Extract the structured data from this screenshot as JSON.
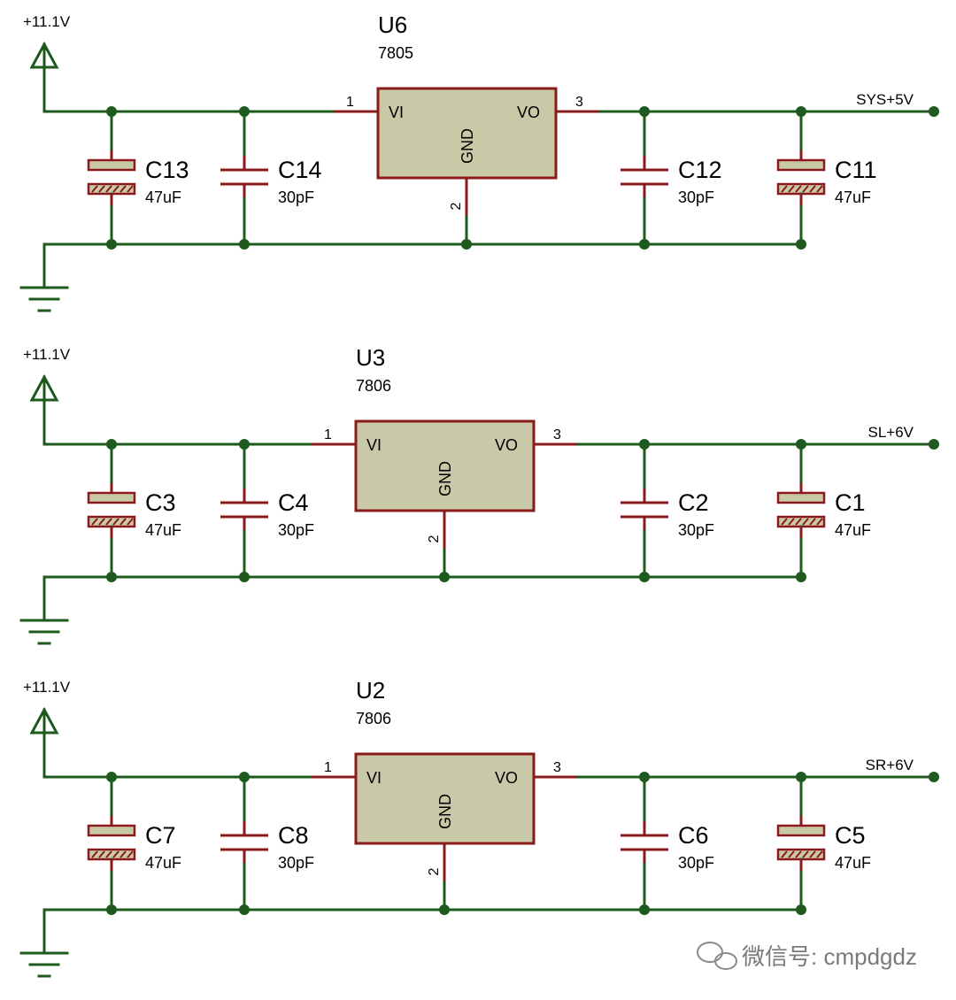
{
  "stages": [
    {
      "supply": "+11.1V",
      "ref": "U6",
      "part": "7805",
      "pin_in": "1",
      "pin_out": "3",
      "pin_gnd": "2",
      "label_vi": "VI",
      "label_vo": "VO",
      "label_gnd": "GND",
      "net": "SYS+5V",
      "caps": [
        {
          "ref": "C13",
          "value": "47uF",
          "kind": "electrolytic"
        },
        {
          "ref": "C14",
          "value": "30pF",
          "kind": "ceramic"
        },
        {
          "ref": "C12",
          "value": "30pF",
          "kind": "ceramic"
        },
        {
          "ref": "C11",
          "value": "47uF",
          "kind": "electrolytic"
        }
      ]
    },
    {
      "supply": "+11.1V",
      "ref": "U3",
      "part": "7806",
      "pin_in": "1",
      "pin_out": "3",
      "pin_gnd": "2",
      "label_vi": "VI",
      "label_vo": "VO",
      "label_gnd": "GND",
      "net": "SL+6V",
      "caps": [
        {
          "ref": "C3",
          "value": "47uF",
          "kind": "electrolytic"
        },
        {
          "ref": "C4",
          "value": "30pF",
          "kind": "ceramic"
        },
        {
          "ref": "C2",
          "value": "30pF",
          "kind": "ceramic"
        },
        {
          "ref": "C1",
          "value": "47uF",
          "kind": "electrolytic"
        }
      ]
    },
    {
      "supply": "+11.1V",
      "ref": "U2",
      "part": "7806",
      "pin_in": "1",
      "pin_out": "3",
      "pin_gnd": "2",
      "label_vi": "VI",
      "label_vo": "VO",
      "label_gnd": "GND",
      "net": "SR+6V",
      "caps": [
        {
          "ref": "C7",
          "value": "47uF",
          "kind": "electrolytic"
        },
        {
          "ref": "C8",
          "value": "30pF",
          "kind": "ceramic"
        },
        {
          "ref": "C6",
          "value": "30pF",
          "kind": "ceramic"
        },
        {
          "ref": "C5",
          "value": "47uF",
          "kind": "electrolytic"
        }
      ]
    }
  ],
  "watermark": "微信号: cmpdgdz",
  "colors": {
    "wire": "#1e5a1e",
    "pin": "#8b1a1a",
    "component_fill": "#c9c9a8"
  }
}
